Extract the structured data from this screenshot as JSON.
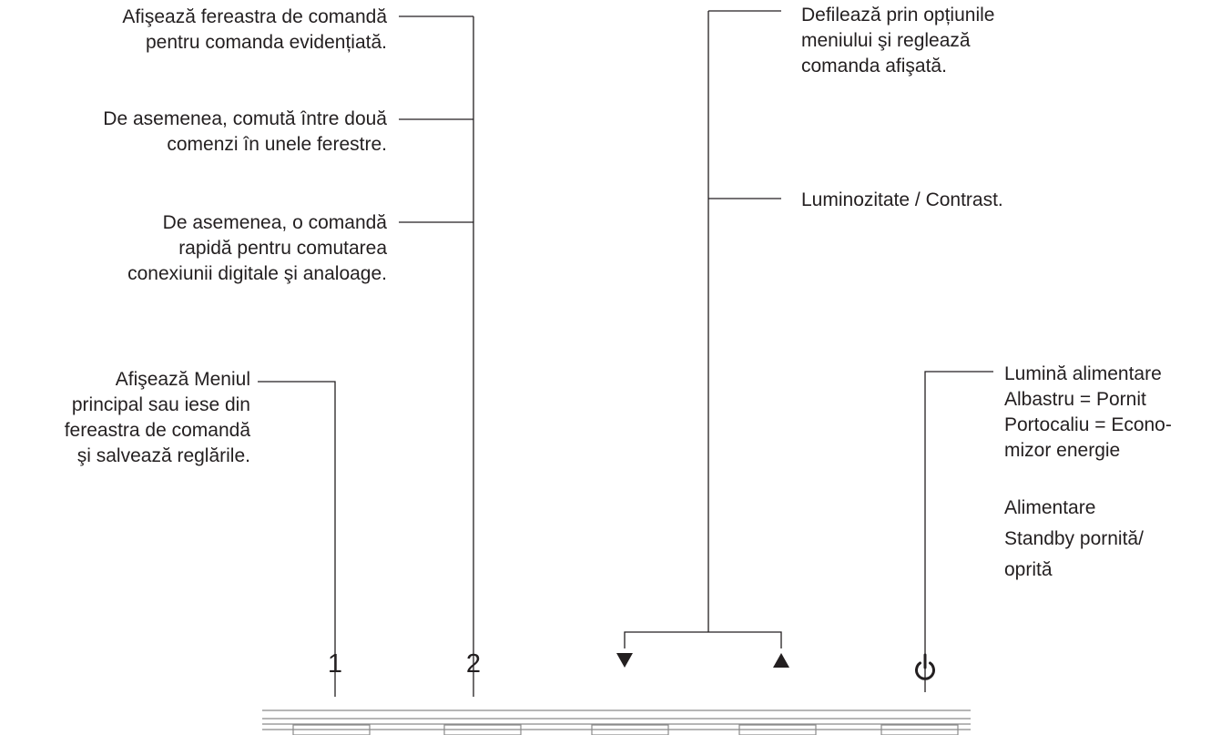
{
  "callouts": {
    "afiseaza_fereastra": [
      "Afişează fereastra de comandă",
      "pentru comanda evidențiată."
    ],
    "comuta_comenzi": [
      "De asemenea, comută între două",
      "comenzi în unele ferestre."
    ],
    "comanda_rapida": [
      "De asemenea, o comandă",
      "rapidă pentru comutarea",
      "conexiunii digitale şi analoage."
    ],
    "meniu_principal": [
      "Afişează Meniul",
      "principal sau iese din",
      "fereastra de comandă",
      "şi salvează reglările."
    ],
    "defileaza": [
      "Defilează prin opțiunile",
      "meniului şi reglează",
      "comanda afişată."
    ],
    "luminozitate": [
      "Luminozitate / Contrast."
    ],
    "lumina_alimentare": [
      "Lumină alimentare",
      "Albastru = Pornit",
      "Portocaliu = Econo-",
      "mizor energie"
    ],
    "alimentare_standby": [
      "Alimentare",
      "Standby pornită/",
      "oprită"
    ]
  },
  "buttons": {
    "button_1": "1",
    "button_2": "2",
    "down_icon": "triangle-down",
    "up_icon": "triangle-up",
    "power_icon": "power"
  },
  "colors": {
    "ink": "#231f20",
    "bezel": "#8a8a8a"
  }
}
